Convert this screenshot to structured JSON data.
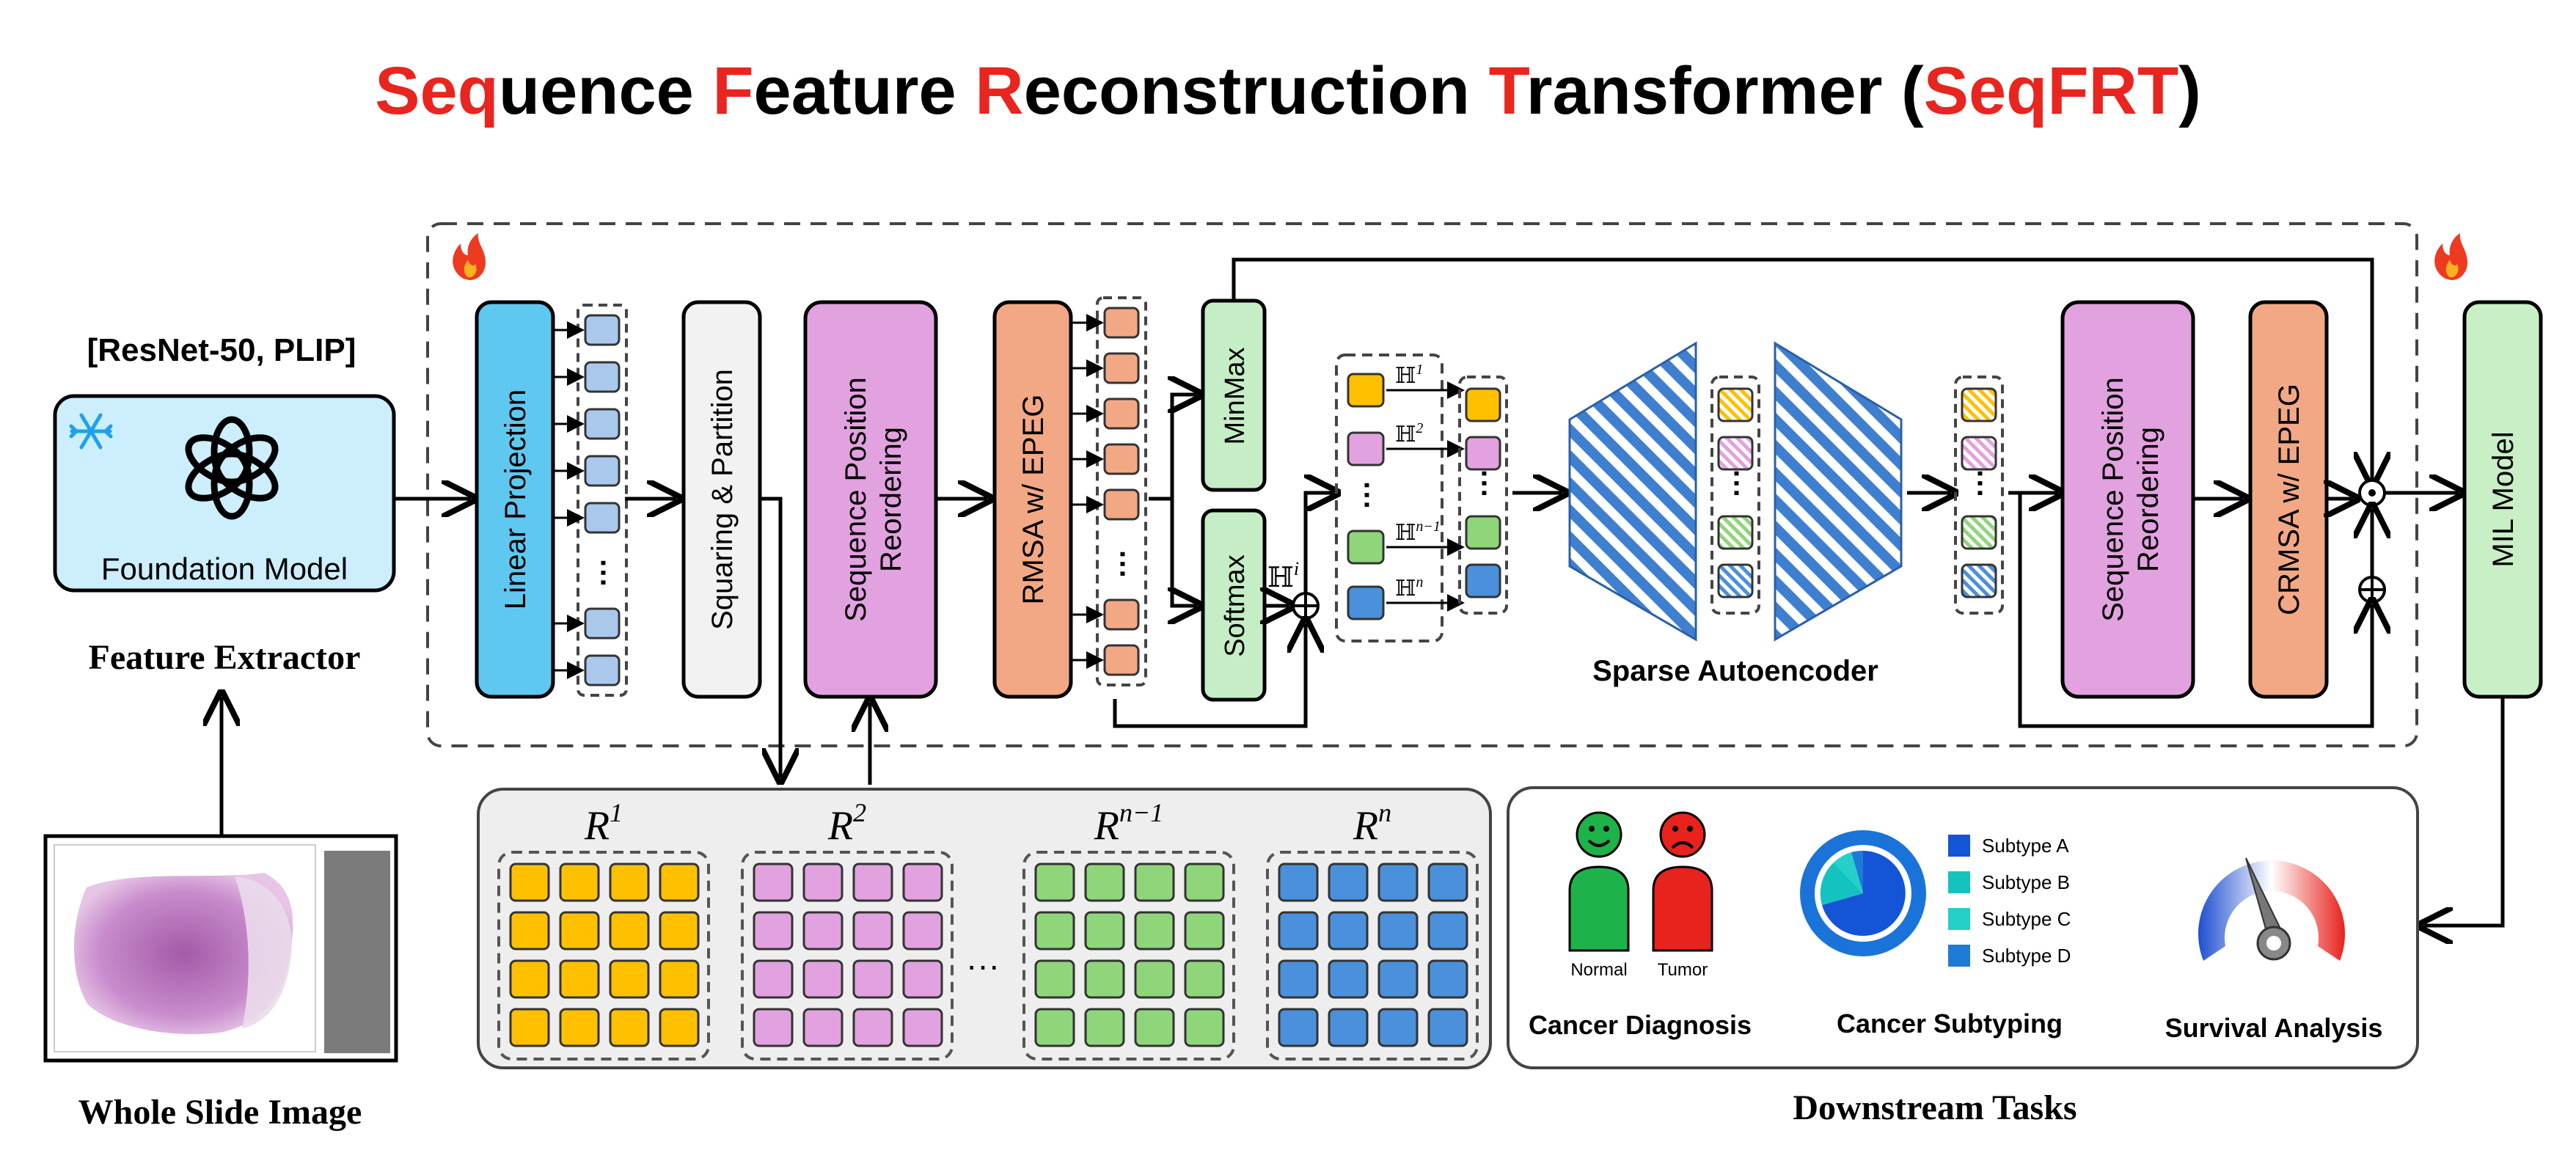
{
  "title": {
    "parts": [
      {
        "t": "Seq",
        "red": true
      },
      {
        "t": "uence ",
        "red": false
      },
      {
        "t": "F",
        "red": true
      },
      {
        "t": "eature ",
        "red": false
      },
      {
        "t": "R",
        "red": true
      },
      {
        "t": "econstruction ",
        "red": false
      },
      {
        "t": "T",
        "red": true
      },
      {
        "t": "ransformer (",
        "red": false
      },
      {
        "t": "SeqFRT",
        "red": true
      },
      {
        "t": ")",
        "red": false
      }
    ]
  },
  "feature_extractor": {
    "backbones": "[ResNet-50, PLIP]",
    "model_label": "Foundation Model",
    "caption": "Feature Extractor",
    "frozen_icon": "snowflake-icon",
    "logo_icon": "openai-logo-icon"
  },
  "wsi": {
    "caption": "Whole Slide Image"
  },
  "pipeline": {
    "trainable_icon": "flame-icon",
    "linear_projection": "Linear Projection",
    "squaring_partition": "Squaring & Partition",
    "spr_line1": "Sequence Position",
    "spr_line2": "Reordering",
    "rmsa": "RMSA w/ EPEG",
    "minmax": "MinMax",
    "softmax": "Softmax",
    "h_i": "ℍ",
    "h_i_sup": "i",
    "h_labels": [
      {
        "base": "ℍ",
        "sup": "1"
      },
      {
        "base": "ℍ",
        "sup": "2"
      },
      {
        "base": "ℍ",
        "sup": "n−1"
      },
      {
        "base": "ℍ",
        "sup": "n"
      }
    ],
    "sparse_autoencoder": "Sparse Autoencoder",
    "crmsa": "CRMSA w/ EPEG",
    "mil_model": "MIL Model",
    "ellipsis": "···"
  },
  "regions": {
    "groups": [
      {
        "base": "R",
        "sup": "1"
      },
      {
        "base": "R",
        "sup": "2"
      },
      {
        "base": "R",
        "sup": "n−1"
      },
      {
        "base": "R",
        "sup": "n"
      }
    ],
    "ellipsis": "···"
  },
  "downstream": {
    "caption": "Downstream Tasks",
    "diagnosis": {
      "title": "Cancer Diagnosis",
      "normal": "Normal",
      "tumor": "Tumor"
    },
    "subtyping": {
      "title": "Cancer Subtyping",
      "legend": [
        "Subtype A",
        "Subtype B",
        "Subtype C",
        "Subtype D"
      ]
    },
    "survival": {
      "title": "Survival Analysis"
    }
  },
  "colors": {
    "title_red": "#e8251f",
    "linear_projection": "#5ec8f0",
    "token_blue": "#a9c8ec",
    "squaring": "#f2f2f2",
    "spr": "#e2a1df",
    "rmsa": "#f2a884",
    "green_box": "#c6eec6",
    "mil": "#c9efc6",
    "feature_box": "#cdeefc",
    "yellow": "#ffc000",
    "pink": "#e2a1df",
    "green": "#8fd67a",
    "blue": "#4a90db",
    "autoencoder": "#3f7fd0"
  }
}
